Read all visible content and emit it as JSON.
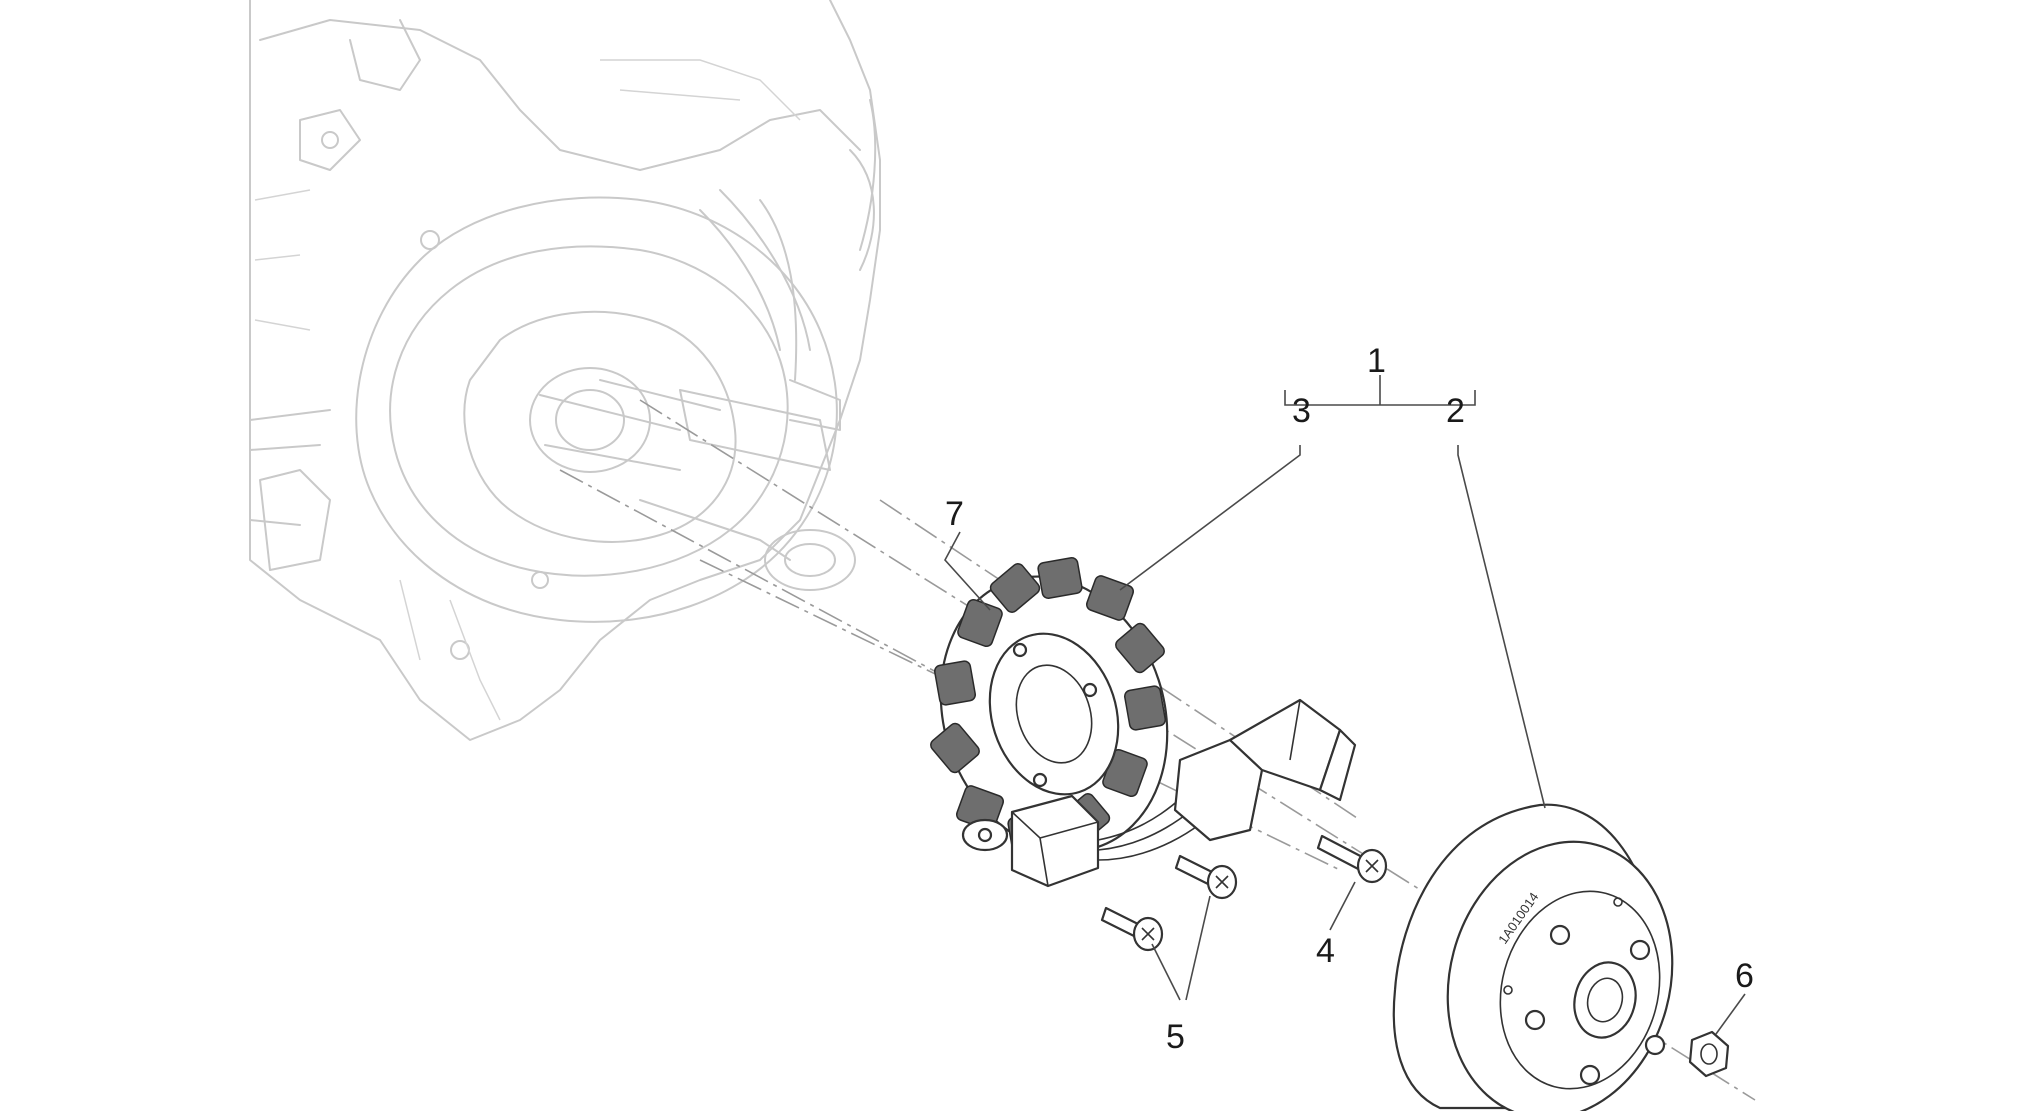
{
  "diagram": {
    "callouts": [
      {
        "id": "1",
        "text": "1"
      },
      {
        "id": "2",
        "text": "2"
      },
      {
        "id": "3",
        "text": "3"
      },
      {
        "id": "4",
        "text": "4"
      },
      {
        "id": "5",
        "text": "5"
      },
      {
        "id": "6",
        "text": "6"
      },
      {
        "id": "7",
        "text": "7"
      }
    ],
    "flywheel_marking": "1A010014",
    "colors": {
      "ghost_engine": "#c9c9c9",
      "part_outline": "#333333",
      "coil_fill": "#6e6e6e",
      "axis_line": "#9a9a9a"
    }
  }
}
